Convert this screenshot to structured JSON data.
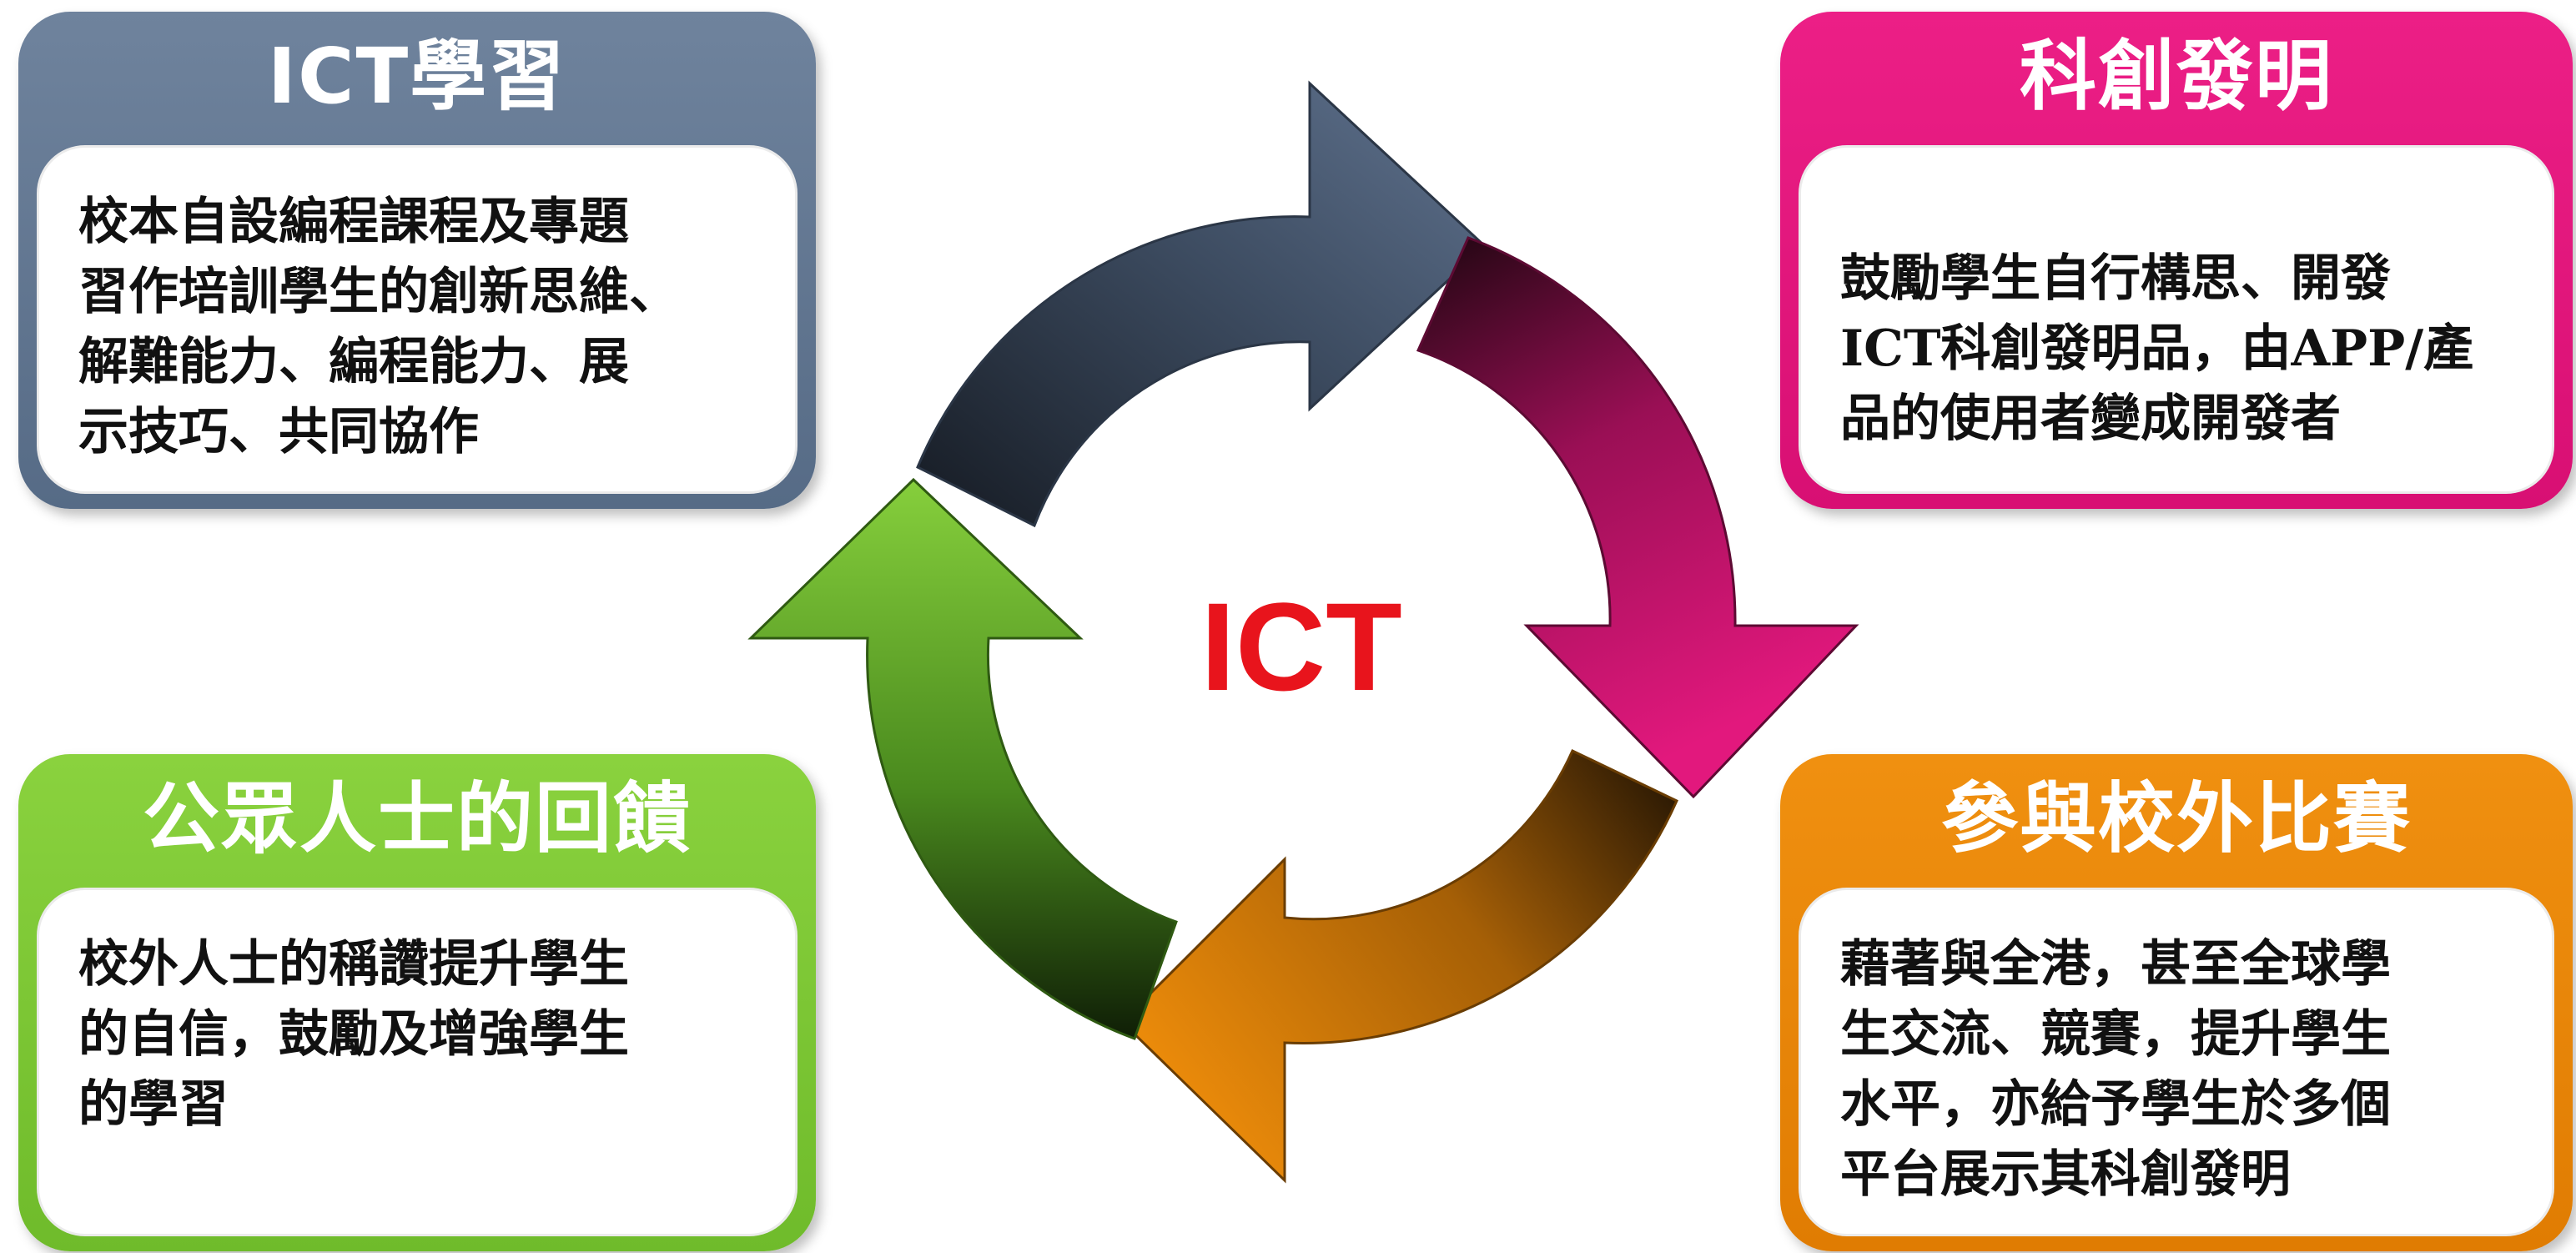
{
  "center": {
    "label": "ICT"
  },
  "panels": {
    "top_left": {
      "title": "ICT學習",
      "body": "校本自設編程課程及專題\n習作培訓學生的創新思維、\n解難能力、編程能力、展\n示技巧、共同協作",
      "color": "#5f7591"
    },
    "top_right": {
      "title": "科創發明",
      "body": "鼓勵學生自行構思、開發\nICT科創發明品，由APP/產\n品的使用者變成開發者",
      "color": "#e2187d"
    },
    "bottom_left": {
      "title": "公眾人士的回饋",
      "body": "校外人士的稱讚提升學生\n的自信，鼓勵及增強學生\n的學習",
      "color": "#7cc635"
    },
    "bottom_right": {
      "title": "參與校外比賽",
      "body": "藉著與全港，甚至全球學\n生交流、競賽，提升學生\n水平，亦給予學生於多個\n平台展示其科創發明",
      "color": "#e98708"
    }
  },
  "arrows": [
    {
      "from": "top_left",
      "to": "top_right",
      "color": "#5f7591",
      "icon": "cycle-arrow"
    },
    {
      "from": "top_right",
      "to": "bottom_right",
      "color": "#e2187d",
      "icon": "cycle-arrow"
    },
    {
      "from": "bottom_right",
      "to": "bottom_left",
      "color": "#e98708",
      "icon": "cycle-arrow"
    },
    {
      "from": "bottom_left",
      "to": "top_left",
      "color": "#7cc635",
      "icon": "cycle-arrow"
    }
  ]
}
